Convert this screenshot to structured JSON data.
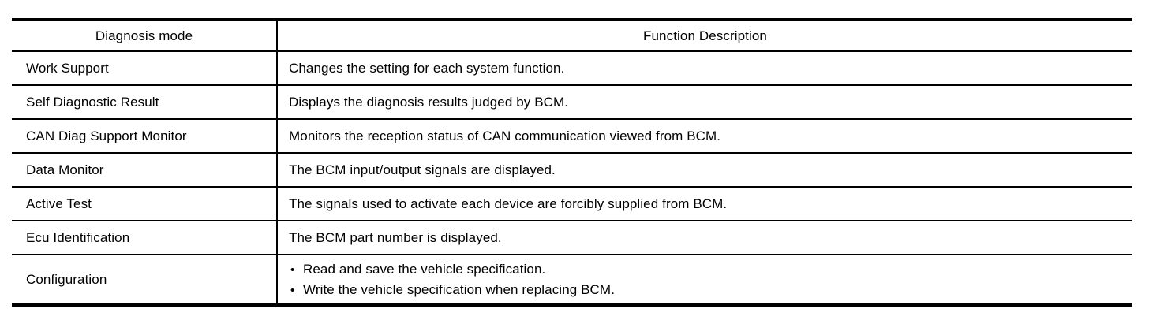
{
  "page": {
    "background_color": "#ffffff",
    "line_color": "#000000",
    "text_color": "#000000"
  },
  "table": {
    "headers": {
      "mode": "Diagnosis mode",
      "description": "Function Description"
    },
    "rows": [
      {
        "mode": "Work Support",
        "description": "Changes the setting for each system function."
      },
      {
        "mode": "Self Diagnostic Result",
        "description": "Displays the diagnosis results judged by BCM."
      },
      {
        "mode": "CAN Diag Support Monitor",
        "description": "Monitors the reception status of CAN communication viewed from BCM."
      },
      {
        "mode": "Data Monitor",
        "description": "The BCM input/output signals are displayed."
      },
      {
        "mode": "Active Test",
        "description": "The signals used to activate each device are forcibly supplied from BCM."
      },
      {
        "mode": "Ecu Identification",
        "description": "The BCM part number is displayed."
      },
      {
        "mode": "Configuration",
        "bullet_char": "•",
        "bullets": [
          "Read and save the vehicle specification.",
          "Write the vehicle specification when replacing BCM."
        ]
      }
    ]
  }
}
